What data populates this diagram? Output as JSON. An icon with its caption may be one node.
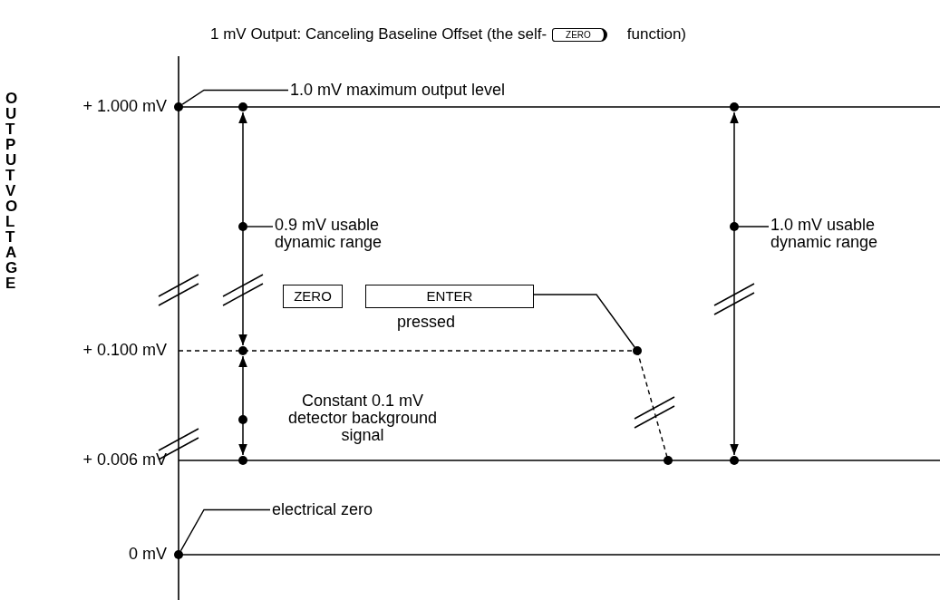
{
  "diagram": {
    "title": "1 mV Output: Canceling Baseline Offset (the self-",
    "nodes": [
      {
        "text": [
          "ZERO"
        ]
      },
      {
        "text": [
          "ZERO"
        ]
      },
      {
        "text": [
          "ENTER"
        ],
        "beside": [
          "pressed"
        ]
      },
      {
        "text": [
          "1.0 mV maximum output level"
        ]
      },
      {
        "text": [
          "0.9 mV usable dynamic range"
        ]
      },
      {
        "text": [
          "1.0 mV usable dynamic range"
        ]
      },
      {
        "text": [
          "electrical zero"
        ]
      },
      {
        "text": [],
        "shape": "circle"
      },
      {
        "text": [],
        "shape": "circle"
      },
      {
        "text": [],
        "shape": "circle"
      },
      {
        "text": [],
        "shape": "circle"
      },
      {
        "text": [],
        "shape": "circle"
      }
    ],
    "edges": [
      {
        "from": 3,
        "to": 7,
        "arrow": "none"
      },
      {
        "from": 4,
        "to": 8,
        "arrow": "none"
      },
      {
        "from": 5,
        "to": 10,
        "arrow": "none"
      },
      {
        "from": 2,
        "to": 9,
        "arrow": "none"
      },
      {
        "from": 6,
        "to": 11,
        "arrow": "none"
      }
    ],
    "labels": [
      "function)",
      "OUTPUT VOLTAGE",
      "+ 1.000 mV",
      "+ 0.100 mV",
      "Constant 0.1 mV detector background signal",
      "+ 0.006 mV",
      "0 mV"
    ]
  }
}
